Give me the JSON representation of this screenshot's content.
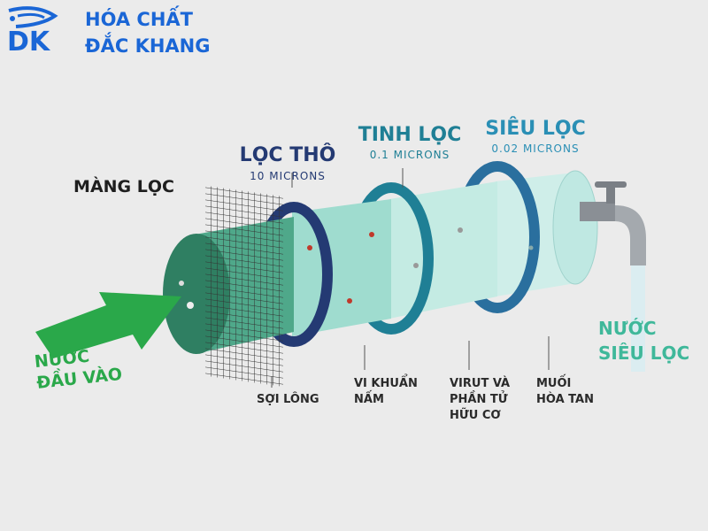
{
  "logo": {
    "mark": "DK",
    "line1": "HÓA CHẤT",
    "line2": "ĐẮC KHANG",
    "color": "#1a66d6"
  },
  "stages": [
    {
      "title": "MÀNG LỌC",
      "sub": ""
    },
    {
      "title": "LỌC THÔ",
      "sub": "10 MICRONS"
    },
    {
      "title": "TINH LỌC",
      "sub": "0.1 MICRONS"
    },
    {
      "title": "SIÊU LỌC",
      "sub": "0.02 MICRONS"
    }
  ],
  "input_label": {
    "line1": "NƯỚC",
    "line2": "ĐẦU VÀO"
  },
  "output_label": {
    "line1": "NƯỚC",
    "line2": "SIÊU LỌC"
  },
  "removed": [
    {
      "line1": "SỢI LÔNG",
      "line2": "",
      "line3": ""
    },
    {
      "line1": "VI KHUẨN",
      "line2": "NẤM",
      "line3": ""
    },
    {
      "line1": "VIRUT VÀ",
      "line2": "PHẦN TỬ",
      "line3": "HỮU CƠ"
    },
    {
      "line1": "MUỐI",
      "line2": "HÒA TAN",
      "line3": ""
    }
  ],
  "colors": {
    "navy": "#243a73",
    "teal": "#1f7f95",
    "blue": "#2a6f9e",
    "green": "#2aa84a"
  }
}
